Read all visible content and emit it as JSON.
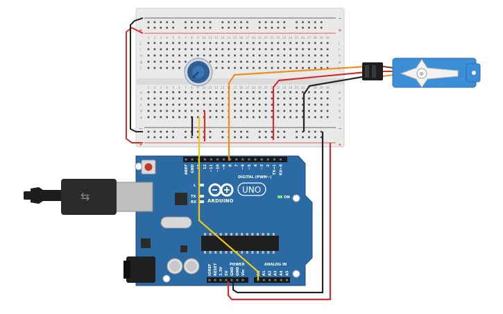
{
  "board": {
    "brand": "ARDUINO",
    "model": "UNO",
    "digital_header": "DIGITAL (PWM~)",
    "power_header": "POWER",
    "analog_header": "ANALOG IN",
    "on_label": "ON",
    "tx_label": "TX",
    "rx_label": "RX",
    "l_label": "L",
    "digital_pins": [
      "AREF",
      "GND",
      "13",
      "12",
      "~11",
      "~10",
      "~9",
      "8",
      "7",
      "~6",
      "~5",
      "4",
      "~3",
      "2",
      "TX→1",
      "RX←0"
    ],
    "power_pins": [
      "IOREF",
      "RESET",
      "3.3V",
      "5V",
      "GND",
      "GND",
      "Vin"
    ],
    "analog_pins": [
      "A0",
      "A1",
      "A2",
      "A3",
      "A4",
      "A5"
    ]
  },
  "breadboard": {
    "top_rows": [
      "j",
      "i",
      "h",
      "g",
      "f"
    ],
    "bottom_rows": [
      "e",
      "d",
      "c",
      "b",
      "a"
    ],
    "columns": [
      "1",
      "2",
      "3",
      "4",
      "5",
      "6",
      "7",
      "8",
      "9",
      "10",
      "11",
      "12",
      "13",
      "14",
      "15",
      "16",
      "17",
      "18",
      "19",
      "20",
      "21",
      "22",
      "23",
      "24",
      "25",
      "26",
      "27",
      "28",
      "29",
      "30"
    ],
    "rail_minus": "−",
    "rail_plus": "+"
  },
  "colors": {
    "board": "#2b6aa3",
    "breadboard": "#e9e9e9",
    "wire_red": "#d62b2b",
    "wire_black": "#222222",
    "wire_yellow": "#f2c811",
    "wire_orange": "#f08c1a",
    "servo": "#3c8fd6",
    "pot": "#2f5f97"
  }
}
